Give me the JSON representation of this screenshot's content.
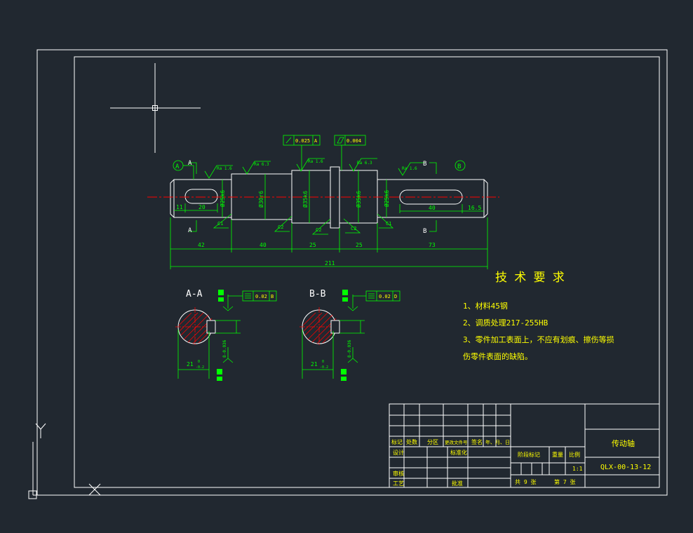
{
  "colors": {
    "background": "#212830",
    "frame": "#ffffff",
    "part_outline": "#ffffff",
    "dimension": "#00ff00",
    "centerline": "#ff0000",
    "annotation": "#ffff00",
    "title_block_text": "#ffff00"
  },
  "icons": [
    "crosshair-cursor-icon",
    "ucs-axis-icon"
  ],
  "shaft": {
    "datum_a": "A",
    "datum_b": "B",
    "section_mark_a": "A",
    "section_mark_b": "B",
    "diameters": [
      "Ø25k6",
      "Ø30r6",
      "Ø35k6",
      "Ø35k6",
      "Ø25k6"
    ],
    "chamfers": [
      "C1",
      "C2",
      "C2",
      "C2",
      "C1"
    ],
    "roughness": [
      "Ra 1.6",
      "Ra 6.3",
      "Ra 1.6",
      "Ra 6.3",
      "Ra 1.6"
    ],
    "tol_runout": "0.025",
    "tol_runout_datum": "A",
    "tol_cyl": "0.004",
    "keyway_dims": [
      "11",
      "20",
      "40",
      "16.5"
    ],
    "length_dims": [
      "42",
      "40",
      "25",
      "25",
      "73"
    ],
    "total_length": "211"
  },
  "sections": [
    {
      "title": "A-A",
      "tol_value": "0.02",
      "tol_datum": "B",
      "depth": "21",
      "depth_upper": "0",
      "depth_lower": "-0.2",
      "width": "8-0.036"
    },
    {
      "title": "B-B",
      "tol_value": "0.02",
      "tol_datum": "D",
      "depth": "21",
      "depth_upper": "0",
      "depth_lower": "-0.2",
      "width": "8-0.036"
    }
  ],
  "requirements": {
    "title": "技 术 要 求",
    "items": [
      "1、材料45钢",
      "2、调质处理217-255HB",
      "3、零件加工表面上，不应有划痕、擦伤等损",
      "伤零件表面的缺陷。"
    ]
  },
  "title_block": {
    "headers": [
      "标记",
      "处数",
      "分区",
      "更改文件号",
      "签名",
      "年、月、日"
    ],
    "design": "设计",
    "standardize": "标准化",
    "review": "审核",
    "process": "工艺",
    "approve": "批准",
    "stage": "阶段标记",
    "weight": "重量",
    "scale_label": "比例",
    "scale": "1:1",
    "part_name": "传动轴",
    "drawing_no": "QLX-00-13-12",
    "sheets_total": "共 9 张",
    "sheet_no": "第 7 张"
  }
}
